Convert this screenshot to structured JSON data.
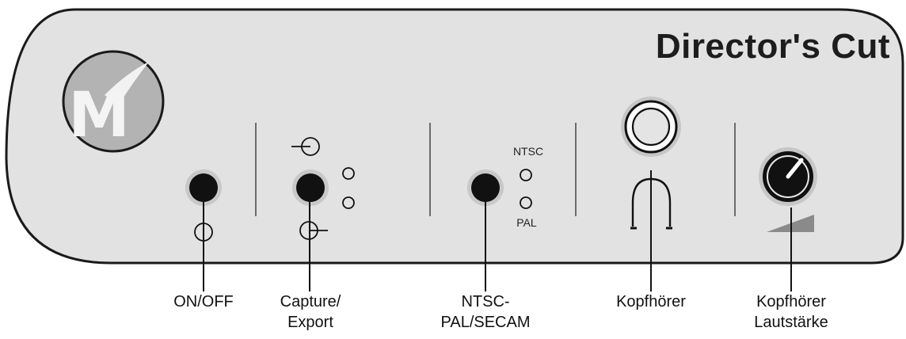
{
  "device": {
    "title": "Director's Cut",
    "logo_letter": "M",
    "switch_labels": {
      "ntsc": "NTSC",
      "pal": "PAL"
    }
  },
  "callouts": {
    "on_off": "ON/OFF",
    "capture_line1": "Capture/",
    "capture_line2": "Export",
    "ntsc_line1": "NTSC-",
    "ntsc_line2": "PAL/SECAM",
    "headphones": "Kopfhörer",
    "volume_line1": "Kopfhörer",
    "volume_line2": "Lautstärke"
  },
  "colors": {
    "panel": "#e2e2e2",
    "panel_border": "#1a1a1a",
    "button": "#111111",
    "button_ring": "#c8c8c8",
    "logo_circle": "#b3b3b3",
    "volume_wedge": "#8a8a8a"
  }
}
